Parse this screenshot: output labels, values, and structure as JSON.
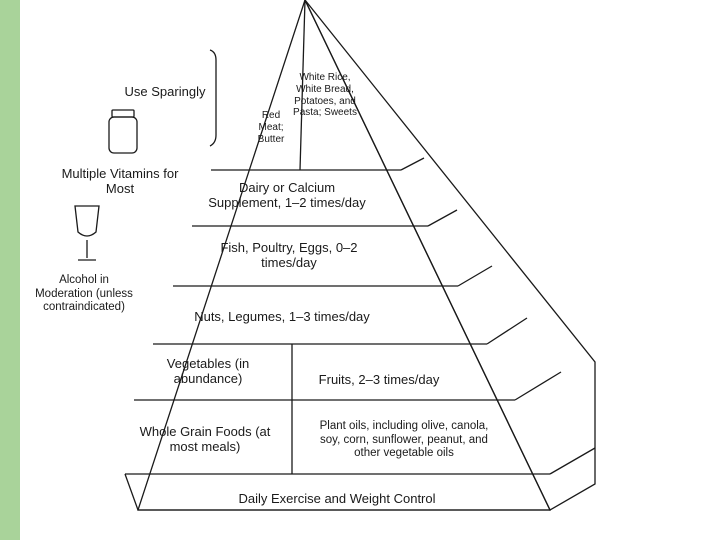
{
  "pyramid": {
    "apex_left": "Red Meat; Butter",
    "apex_right": "White Rice, White Bread, Potatoes, and Pasta; Sweets",
    "dairy": "Dairy or Calcium Supplement, 1–2 times/day",
    "fish": "Fish, Poultry, Eggs, 0–2 times/day",
    "nuts": "Nuts, Legumes, 1–3 times/day",
    "vegetables": "Vegetables (in abundance)",
    "fruits": "Fruits, 2–3 times/day",
    "grains": "Whole Grain Foods (at most meals)",
    "oils": "Plant oils, including olive, canola, soy, corn, sunflower, peanut, and other vegetable oils",
    "base": "Daily Exercise and Weight Control"
  },
  "side_notes": {
    "use_sparingly": "Use Sparingly",
    "vitamins": "Multiple Vitamins for Most",
    "alcohol": "Alcohol in Moderation (unless contraindicated)"
  },
  "icons": [
    "vitamin-jar-icon",
    "wine-glass-icon"
  ],
  "colors": {
    "page_bar": "#a9d39a",
    "ink": "#1a1a1a"
  }
}
